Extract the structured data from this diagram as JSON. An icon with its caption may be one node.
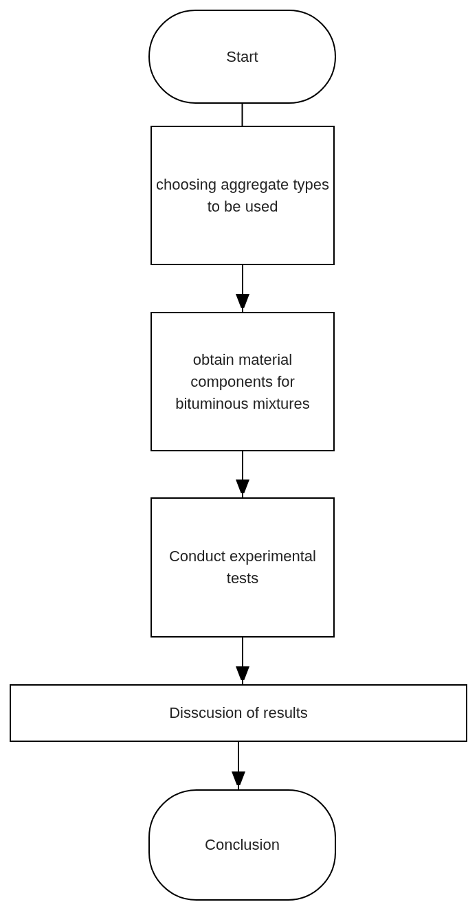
{
  "diagram": {
    "nodes": [
      {
        "text": [
          "Start"
        ]
      },
      {
        "text": [
          "choosing aggregate types to be used"
        ]
      },
      {
        "text": [
          "obtain material components for bituminous mixtures"
        ]
      },
      {
        "text": [
          "Conduct experimental tests"
        ]
      },
      {
        "text": [
          "Disscusion of results"
        ]
      },
      {
        "text": [
          "Conclusion"
        ]
      }
    ],
    "edges": [
      {
        "from": 0,
        "to": 1,
        "arrow": "none"
      },
      {
        "from": 1,
        "to": 2,
        "arrow": "to"
      },
      {
        "from": 2,
        "to": 3,
        "arrow": "to"
      },
      {
        "from": 3,
        "to": 4,
        "arrow": "to"
      },
      {
        "from": 4,
        "to": 5,
        "arrow": "to"
      }
    ]
  }
}
